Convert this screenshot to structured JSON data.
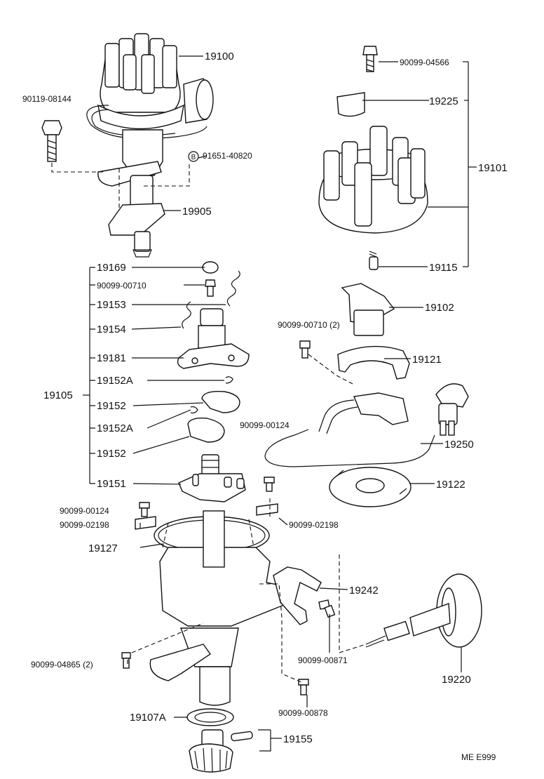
{
  "labels": {
    "p19100": "19100",
    "p90119_08144": "90119-08144",
    "p91651_40820": "91651-40820",
    "circle_b": "B",
    "p19905": "19905",
    "p90099_04566": "90099-04566",
    "p19225": "19225",
    "p19101": "19101",
    "p19115": "19115",
    "p19169": "19169",
    "p90099_00710": "90099-00710",
    "p19153": "19153",
    "p19154": "19154",
    "p19181": "19181",
    "p19152A_1": "19152A",
    "p19105": "19105",
    "p19152_1": "19152",
    "p19152A_2": "19152A",
    "p19152_2": "19152",
    "p19151": "19151",
    "p19102": "19102",
    "p90099_00710_2": "90099-00710 (2)",
    "p19121": "19121",
    "p90099_00124_r": "90099-00124",
    "p19250": "19250",
    "p19122": "19122",
    "p90099_00124_l": "90099-00124",
    "p90099_02198_l": "90099-02198",
    "p90099_02198_r": "90099-02198",
    "p19127": "19127",
    "p19242": "19242",
    "p90099_00871": "90099-00871",
    "p19220": "19220",
    "p90099_04865": "90099-04865  (2)",
    "p90099_00878": "90099-00878",
    "p19107A": "19107A",
    "p19155": "19155",
    "code": "ME E999"
  }
}
